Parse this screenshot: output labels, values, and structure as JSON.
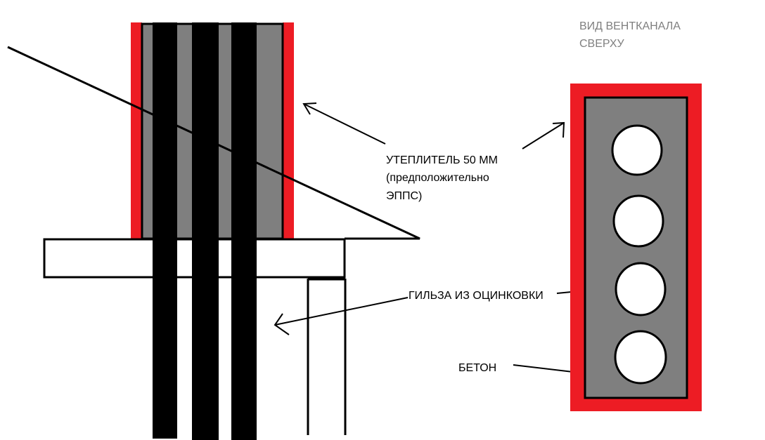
{
  "colors": {
    "insulation": "#ed1c24",
    "concrete": "#7f7f7f",
    "sleeve": "#000000",
    "background": "#ffffff",
    "title_text": "#7f7f7f"
  },
  "labels": {
    "top_view_title": [
      "ВИД ВЕНТКАНАЛА",
      "СВЕРХУ"
    ],
    "insulation": [
      "УТЕПЛИТЕЛЬ 50 ММ",
      "(предположительно",
      "ЭППС)"
    ],
    "sleeve": "ГИЛЬЗА ИЗ ОЦИНКОВКИ",
    "concrete": "БЕТОН"
  }
}
